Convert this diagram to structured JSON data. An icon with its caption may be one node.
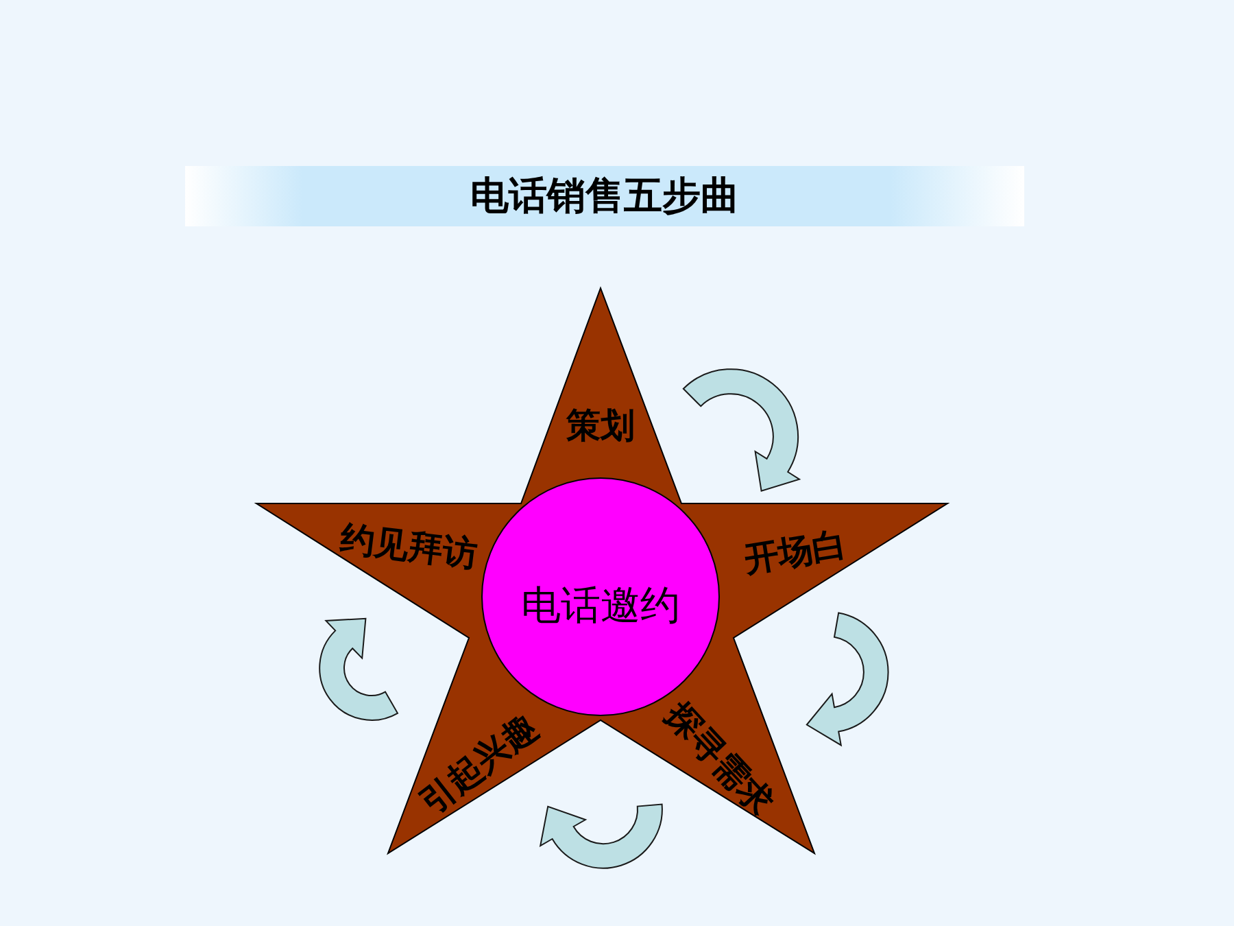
{
  "diagram": {
    "title": "电话销售五步曲",
    "nodes": [
      {
        "text": [],
        "shape": "star"
      },
      {
        "text": [
          "策划"
        ],
        "in": 0
      },
      {
        "text": [
          "约见拜访"
        ],
        "in": 0
      },
      {
        "text": [
          "开场白"
        ],
        "in": 0
      },
      {
        "text": [
          "电话邀约"
        ],
        "in": 0
      },
      {
        "text": [
          "引起兴趣"
        ],
        "in": 0
      },
      {
        "text": [
          "探寻需求"
        ],
        "in": 0
      }
    ],
    "edges": [
      {
        "from": 1,
        "to": 3,
        "arrow": "to"
      },
      {
        "from": 3,
        "to": 6,
        "arrow": "to"
      },
      {
        "from": 6,
        "to": 5,
        "arrow": "to"
      },
      {
        "from": 5,
        "to": 2,
        "arrow": "to"
      }
    ]
  }
}
